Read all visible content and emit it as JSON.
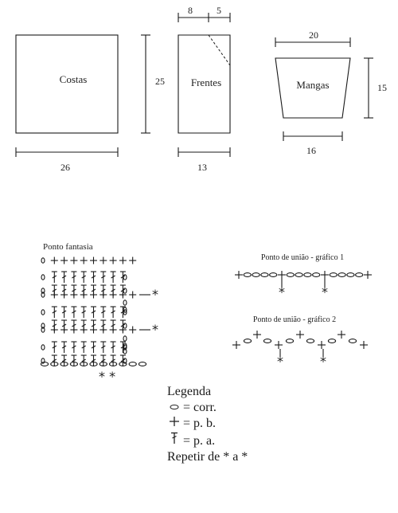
{
  "measures": {
    "back": {
      "name": "Costas",
      "height": "25",
      "width": "26"
    },
    "front": {
      "name": "Frentes",
      "top_left": "8",
      "top_right": "5",
      "width": "13"
    },
    "sleeve": {
      "name": "Mangas",
      "top": "20",
      "height": "15",
      "bottom": "16"
    }
  },
  "charts": {
    "fancy": {
      "title": "Ponto fantasia",
      "rows": [
        "0+++++++++",
        "0TTTTTTTT0",
        "0TTTTTTTT0",
        "0+++++++++*",
        "0TTTTTTTT0",
        "0TTTTTTTT0",
        "0+++++++++*",
        "0TTTTTTTT0",
        "0TTTTTTTT0",
        "ooooooooooo"
      ],
      "repeat_mark": "* *"
    },
    "join1": {
      "title": "Ponto de união - gráfico 1"
    },
    "join2": {
      "title": "Ponto de união - gráfico 2"
    }
  },
  "legend": {
    "title": "Legenda",
    "items": [
      {
        "icon": "chain-stitch-icon",
        "text": "= corr."
      },
      {
        "icon": "single-crochet-icon",
        "text": "= p. b."
      },
      {
        "icon": "double-crochet-icon",
        "text": "= p. a."
      }
    ],
    "repeat": "Repetir de * a *"
  }
}
